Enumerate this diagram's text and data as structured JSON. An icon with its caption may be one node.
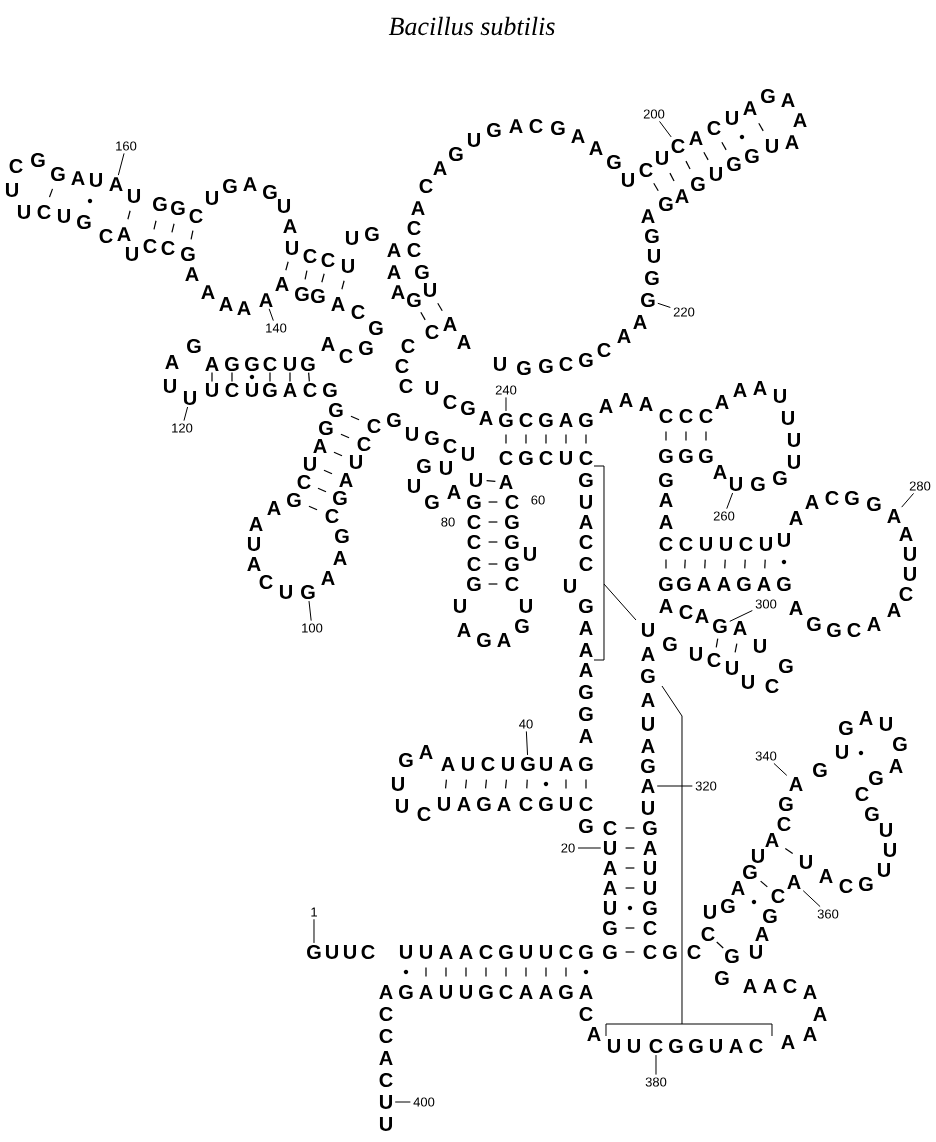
{
  "diagram": {
    "title": "Bacillus subtilis",
    "nodes": [
      {
        "text": [
          "1"
        ]
      },
      {
        "text": [
          "20"
        ]
      },
      {
        "text": [
          "40"
        ]
      },
      {
        "text": [
          "60"
        ]
      },
      {
        "text": [
          "80"
        ]
      },
      {
        "text": [
          "100"
        ]
      },
      {
        "text": [
          "120"
        ]
      },
      {
        "text": [
          "140"
        ]
      },
      {
        "text": [
          "160"
        ]
      },
      {
        "text": [
          "200"
        ]
      },
      {
        "text": [
          "220"
        ]
      },
      {
        "text": [
          "240"
        ]
      },
      {
        "text": [
          "260"
        ]
      },
      {
        "text": [
          "280"
        ]
      },
      {
        "text": [
          "300"
        ]
      },
      {
        "text": [
          "320"
        ]
      },
      {
        "text": [
          "340"
        ]
      },
      {
        "text": [
          "360"
        ]
      },
      {
        "text": [
          "380"
        ]
      },
      {
        "text": [
          "400"
        ]
      },
      {
        "text": [
          "G"
        ]
      },
      {
        "text": [
          "U"
        ]
      },
      {
        "text": [
          "G"
        ]
      },
      {
        "text": [
          "G"
        ]
      },
      {
        "text": [
          "U"
        ]
      },
      {
        "text": [
          "A"
        ]
      },
      {
        "text": [
          "A"
        ]
      },
      {
        "text": [
          "C"
        ]
      },
      {
        "text": [
          "G"
        ]
      },
      {
        "text": [
          "G"
        ]
      },
      {
        "text": [
          "U"
        ]
      },
      {
        "text": [
          "A"
        ]
      },
      {
        "text": [
          "G"
        ]
      },
      {
        "text": [
          "A"
        ]
      },
      {
        "text": [
          "A"
        ]
      },
      {
        "text": [
          "A"
        ]
      },
      {
        "text": [
          "C"
        ]
      },
      {
        "text": [
          "U"
        ]
      }
    ],
    "edges": [
      {
        "from": 0,
        "to": 20,
        "arrow": "none"
      },
      {
        "from": 1,
        "to": 21,
        "arrow": "none"
      },
      {
        "from": 2,
        "to": 22,
        "arrow": "none"
      },
      {
        "from": 5,
        "to": 23,
        "arrow": "none"
      },
      {
        "from": 6,
        "to": 24,
        "arrow": "none"
      },
      {
        "from": 7,
        "to": 25,
        "arrow": "none"
      },
      {
        "from": 8,
        "to": 26,
        "arrow": "none"
      },
      {
        "from": 9,
        "to": 27,
        "arrow": "none"
      },
      {
        "from": 10,
        "to": 28,
        "arrow": "none"
      },
      {
        "from": 11,
        "to": 29,
        "arrow": "none"
      },
      {
        "from": 12,
        "to": 30,
        "arrow": "none"
      },
      {
        "from": 13,
        "to": 31,
        "arrow": "none"
      },
      {
        "from": 14,
        "to": 32,
        "arrow": "none"
      },
      {
        "from": 15,
        "to": 33,
        "arrow": "none"
      },
      {
        "from": 16,
        "to": 34,
        "arrow": "none"
      },
      {
        "from": 17,
        "to": 35,
        "arrow": "none"
      },
      {
        "from": 18,
        "to": 36,
        "arrow": "none"
      },
      {
        "from": 19,
        "to": 37,
        "arrow": "none"
      }
    ],
    "labels": [
      "C",
      "G",
      "G",
      "A",
      "U",
      "U",
      "G",
      "G",
      "C",
      "U",
      "G",
      "A",
      "G",
      "U",
      "A",
      "U",
      "C",
      "C",
      "U",
      "U",
      "G",
      "A",
      "A",
      "U",
      "U",
      "C",
      "U",
      "G",
      "C",
      "A",
      "U",
      "C",
      "C",
      "G",
      "A",
      "A",
      "A",
      "A",
      "A",
      "G",
      "G",
      "A",
      "C",
      "G",
      "A",
      "G",
      "A",
      "G",
      "G",
      "C",
      "U",
      "G",
      "A",
      "C",
      "U",
      "U",
      "C",
      "U",
      "G",
      "A",
      "C",
      "G",
      "G",
      "C",
      "C",
      "C",
      "A",
      "G",
      "U",
      "C",
      "G",
      "A",
      "C",
      "A",
      "A",
      "U",
      "G",
      "C",
      "C",
      "A",
      "C",
      "A",
      "G",
      "U",
      "G",
      "A",
      "C",
      "G",
      "A",
      "A",
      "G",
      "U",
      "C",
      "U",
      "A",
      "C",
      "U",
      "A",
      "G",
      "A",
      "A",
      "A",
      "G",
      "A",
      "G",
      "U",
      "G",
      "G",
      "U",
      "A",
      "G",
      "U",
      "G",
      "U",
      "G",
      "G",
      "C",
      "G",
      "C",
      "A",
      "A",
      "G",
      "G",
      "A",
      "U",
      "C",
      "G",
      "A",
      "A",
      "U",
      "A",
      "C",
      "U",
      "A",
      "A",
      "G",
      "C",
      "G",
      "A",
      "U",
      "C",
      "C",
      "G",
      "U",
      "G",
      "G",
      "U",
      "C",
      "U",
      "U",
      "G",
      "A",
      "G",
      "U",
      "A",
      "C",
      "C",
      "G",
      "C",
      "G",
      "C",
      "G",
      "U",
      "G",
      "C",
      "U",
      "U",
      "A",
      "G",
      "A",
      "G",
      "C",
      "G",
      "C",
      "U",
      "C",
      "G",
      "G",
      "G",
      "C",
      "G",
      "A",
      "G",
      "A",
      "A",
      "A",
      "C",
      "C",
      "C",
      "A",
      "A",
      "A",
      "A",
      "G",
      "G",
      "U",
      "U",
      "U",
      "U",
      "G",
      "U",
      "A",
      "C",
      "C",
      "U",
      "G",
      "A",
      "A",
      "A",
      "G",
      "G",
      "A",
      "G",
      "A",
      "A",
      "C",
      "C",
      "U",
      "U",
      "C",
      "U",
      "U",
      "A",
      "A",
      "C",
      "G",
      "G",
      "A",
      "G",
      "G",
      "C",
      "A",
      "A",
      "C",
      "U",
      "U",
      "A",
      "G",
      "G",
      "A",
      "A",
      "G",
      "A",
      "G",
      "G",
      "U",
      "C",
      "U",
      "U",
      "C",
      "G",
      "A",
      "C",
      "A",
      "A",
      "U",
      "U",
      "A",
      "G",
      "A",
      "U",
      "A",
      "G",
      "U",
      "G",
      "A",
      "A",
      "U",
      "C",
      "U",
      "U",
      "A",
      "G",
      "U",
      "U",
      "C",
      "U",
      "A",
      "G",
      "A",
      "C",
      "G",
      "U",
      "C",
      "G",
      "C",
      "G",
      "A",
      "A",
      "U",
      "A",
      "U",
      "U",
      "G",
      "G",
      "C",
      "U",
      "U",
      "C",
      "U",
      "U",
      "A",
      "A",
      "C",
      "G",
      "U",
      "U",
      "C",
      "G",
      "G",
      "C",
      "G",
      "C",
      "A",
      "G",
      "A",
      "U",
      "U",
      "G",
      "C",
      "A",
      "A",
      "G",
      "A",
      "C",
      "C",
      "A",
      "C",
      "U",
      "C",
      "A",
      "U",
      "U",
      "G",
      "G",
      "U",
      "A",
      "C",
      "A",
      "G",
      "A",
      "A",
      "C",
      "A",
      "A",
      "A",
      "G",
      "U",
      "C",
      "U",
      "G",
      "A",
      "G",
      "U",
      "A",
      "C",
      "G",
      "G",
      "U",
      "G",
      "A",
      "U",
      "G",
      "G",
      "A",
      "U",
      "A",
      "C",
      "G",
      "C",
      "G",
      "U",
      "U",
      "U",
      "C",
      "G",
      "A"
    ]
  }
}
